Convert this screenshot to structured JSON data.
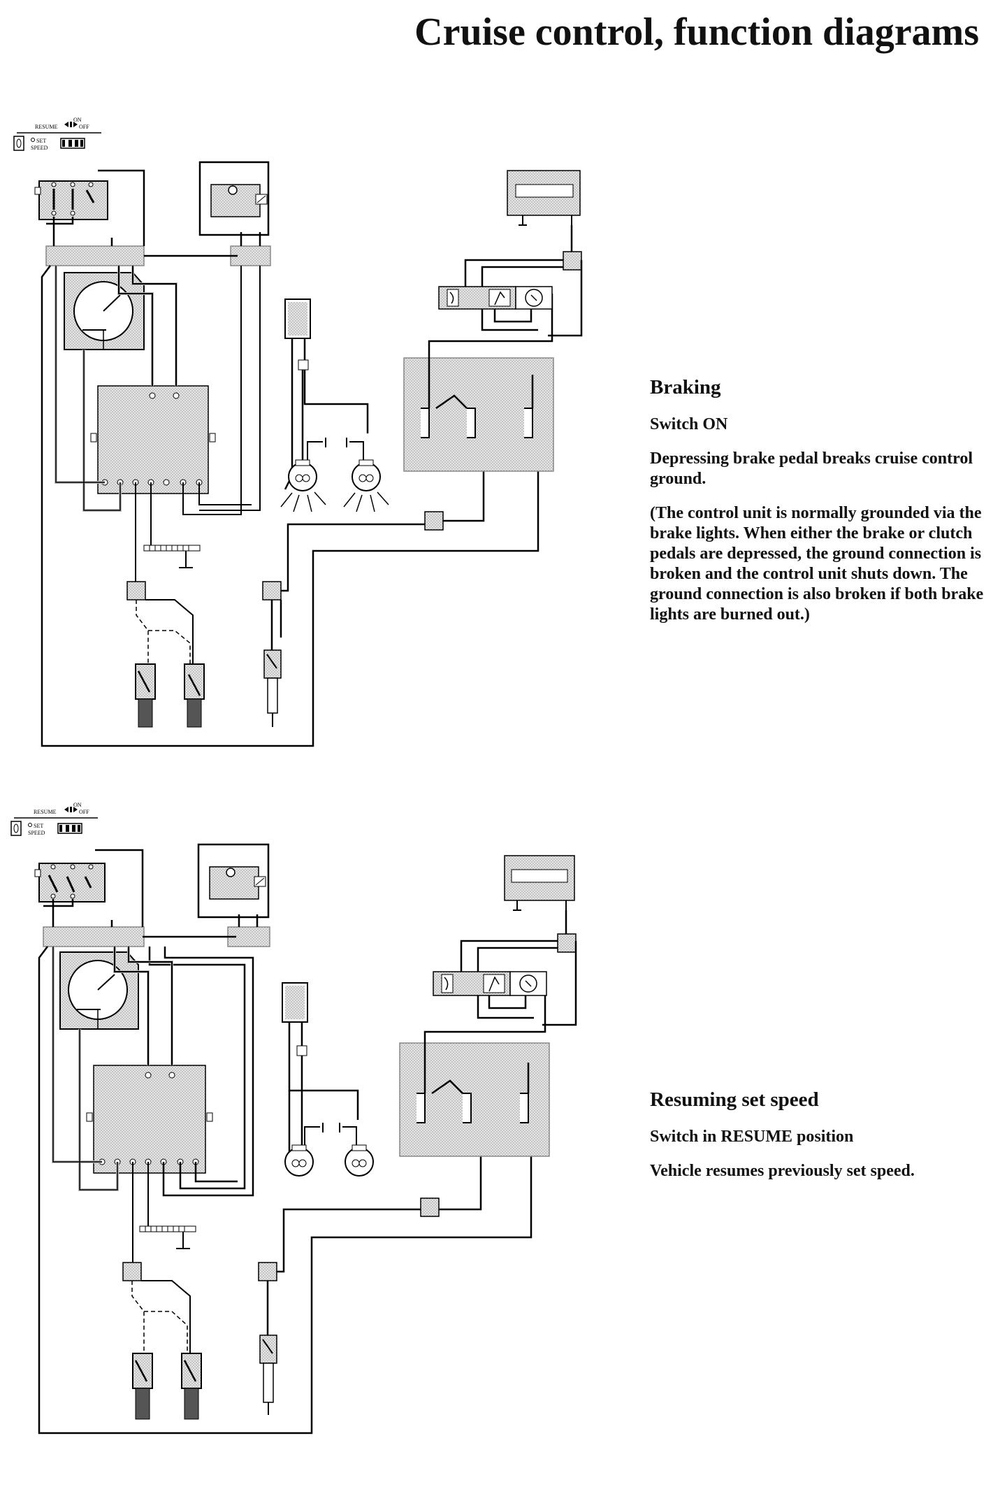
{
  "title": "Cruise control, function diagrams",
  "switch_labels": {
    "on": "ON",
    "resume": "RESUME",
    "off": "OFF",
    "set": "SET",
    "speed": "SPEED"
  },
  "sections": [
    {
      "heading": "Braking",
      "paragraphs": [
        "Switch ON",
        "Depressing brake pedal breaks cruise control ground.",
        "(The control unit is normally grounded via the brake lights. When either the brake or clutch pedals are depressed, the ground connection is broken and the control unit shuts down.  The ground connection is also broken if both brake lights are burned out.)"
      ]
    },
    {
      "heading": "Resuming set speed",
      "paragraphs": [
        "Switch in RESUME position",
        "Vehicle resumes previously set speed."
      ]
    }
  ]
}
